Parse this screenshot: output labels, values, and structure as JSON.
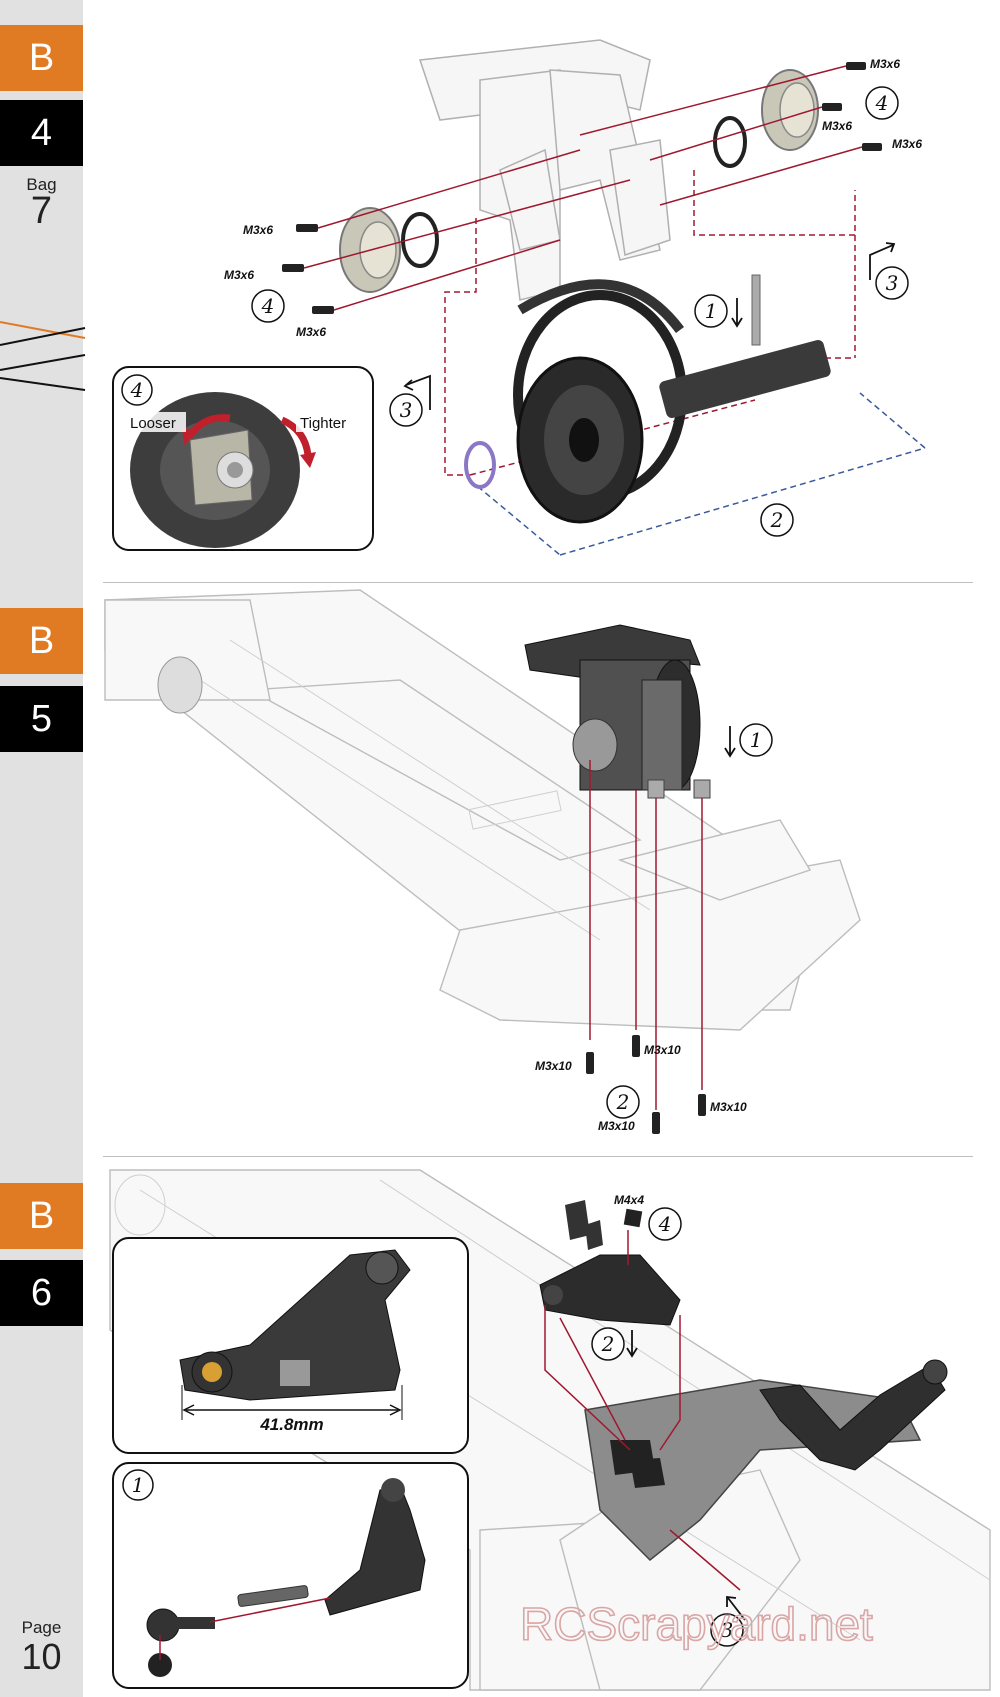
{
  "sidebar": {
    "steps": [
      {
        "letter": "B",
        "number": "4"
      },
      {
        "letter": "B",
        "number": "5"
      },
      {
        "letter": "B",
        "number": "6"
      }
    ],
    "bag_label": "Bag",
    "bag_number": "7",
    "page_label": "Page",
    "page_number": "10"
  },
  "step_b4": {
    "screw_labels": [
      "M3x6",
      "M3x6",
      "M3x6",
      "M3x6",
      "M3x6",
      "M3x6"
    ],
    "step_numbers": [
      "1",
      "2",
      "3",
      "3",
      "4",
      "4"
    ],
    "inset": {
      "step": "4",
      "looser": "Looser",
      "tighter": "Tighter"
    }
  },
  "step_b5": {
    "screw_labels": [
      "M3x10",
      "M3x10",
      "M3x10",
      "M3x10"
    ],
    "step_numbers": [
      "1",
      "2"
    ]
  },
  "step_b6": {
    "screw_label": "M4x4",
    "step_numbers": [
      "2",
      "3",
      "4"
    ],
    "measurement": "41.8mm",
    "inset_step": "1"
  },
  "watermark": "RCScrapyard.net",
  "colors": {
    "accent_orange": "#e07b24",
    "sidebar_gray": "#e1e1e1",
    "guide_red": "#a01830",
    "guide_blue": "#3a5a9a"
  }
}
